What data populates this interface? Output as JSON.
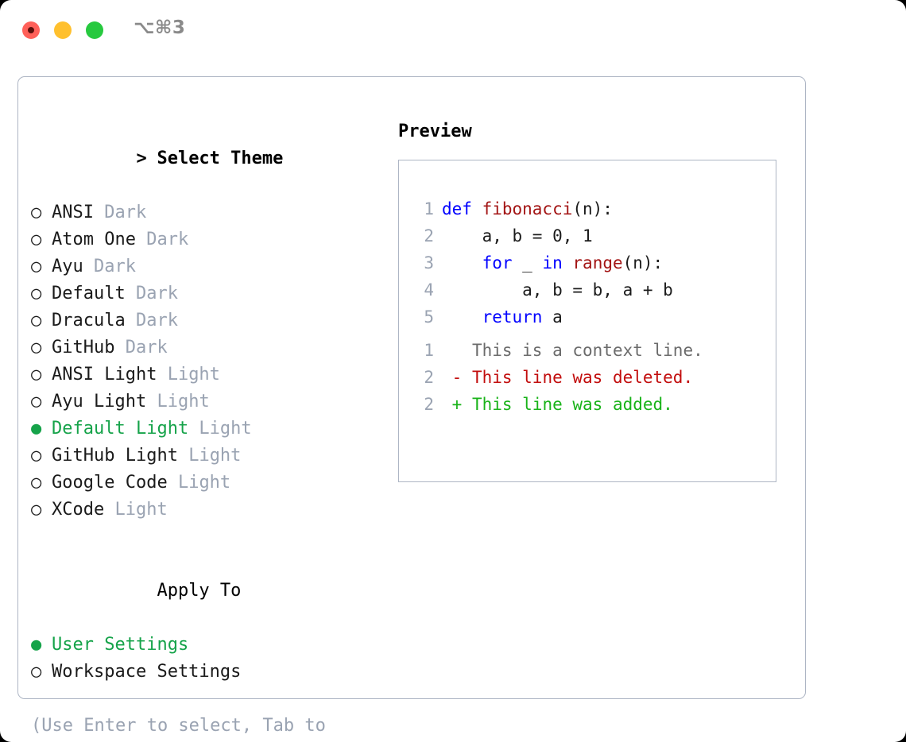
{
  "window": {
    "shortcut_label": "⌥⌘3",
    "traffic_lights": [
      {
        "name": "close",
        "color": "#ff6059"
      },
      {
        "name": "minimize",
        "color": "#ffc02e"
      },
      {
        "name": "maximize",
        "color": "#27c93f"
      }
    ]
  },
  "theme_section": {
    "heading": "Select Theme",
    "caret": ">",
    "focused": true,
    "options": [
      {
        "bullet": "○",
        "label": "ANSI",
        "meta": "Dark",
        "selected": false
      },
      {
        "bullet": "○",
        "label": "Atom One",
        "meta": "Dark",
        "selected": false
      },
      {
        "bullet": "○",
        "label": "Ayu",
        "meta": "Dark",
        "selected": false
      },
      {
        "bullet": "○",
        "label": "Default",
        "meta": "Dark",
        "selected": false
      },
      {
        "bullet": "○",
        "label": "Dracula",
        "meta": "Dark",
        "selected": false
      },
      {
        "bullet": "○",
        "label": "GitHub",
        "meta": "Dark",
        "selected": false
      },
      {
        "bullet": "○",
        "label": "ANSI Light",
        "meta": "Light",
        "selected": false
      },
      {
        "bullet": "○",
        "label": "Ayu Light",
        "meta": "Light",
        "selected": false
      },
      {
        "bullet": "●",
        "label": "Default Light",
        "meta": "Light",
        "selected": true
      },
      {
        "bullet": "○",
        "label": "GitHub Light",
        "meta": "Light",
        "selected": false
      },
      {
        "bullet": "○",
        "label": "Google Code",
        "meta": "Light",
        "selected": false
      },
      {
        "bullet": "○",
        "label": "XCode",
        "meta": "Light",
        "selected": false
      }
    ]
  },
  "apply_section": {
    "heading": "Apply To",
    "caret": " ",
    "focused": false,
    "options": [
      {
        "bullet": "●",
        "label": "User Settings",
        "meta": "",
        "selected": true
      },
      {
        "bullet": "○",
        "label": "Workspace Settings",
        "meta": "",
        "selected": false
      }
    ]
  },
  "hint": "(Use Enter to select, Tab to change focus)",
  "preview": {
    "heading": "Preview",
    "code_lines": [
      {
        "no": "1",
        "tokens": [
          {
            "t": "def ",
            "c": "kw"
          },
          {
            "t": "fibonacci",
            "c": "fn"
          },
          {
            "t": "(n):",
            "c": "pl"
          }
        ]
      },
      {
        "no": "2",
        "tokens": [
          {
            "t": "    a, b = 0, 1",
            "c": "pl"
          }
        ]
      },
      {
        "no": "3",
        "tokens": [
          {
            "t": "    ",
            "c": "pl"
          },
          {
            "t": "for",
            "c": "kw"
          },
          {
            "t": " _ ",
            "c": "pl"
          },
          {
            "t": "in",
            "c": "kw"
          },
          {
            "t": " ",
            "c": "pl"
          },
          {
            "t": "range",
            "c": "fn"
          },
          {
            "t": "(n):",
            "c": "pl"
          }
        ]
      },
      {
        "no": "4",
        "tokens": [
          {
            "t": "        a, b = b, a + b",
            "c": "pl"
          }
        ]
      },
      {
        "no": "5",
        "tokens": [
          {
            "t": "    ",
            "c": "pl"
          },
          {
            "t": "return",
            "c": "kw"
          },
          {
            "t": " a",
            "c": "pl"
          }
        ]
      }
    ],
    "diff_lines": [
      {
        "no": "1",
        "marker": " ",
        "text": " This is a context line.",
        "kind": "context"
      },
      {
        "no": "2",
        "marker": "-",
        "text": " This line was deleted.",
        "kind": "deleted"
      },
      {
        "no": "2",
        "marker": "+",
        "text": " This line was added.",
        "kind": "added"
      }
    ]
  },
  "colors": {
    "accent_green": "#16a34a",
    "muted": "#9aa3b2",
    "border": "#adb5c4",
    "keyword": "#0000ff",
    "function": "#a31515",
    "diff_added": "#19b319",
    "diff_deleted": "#c20d0d"
  }
}
